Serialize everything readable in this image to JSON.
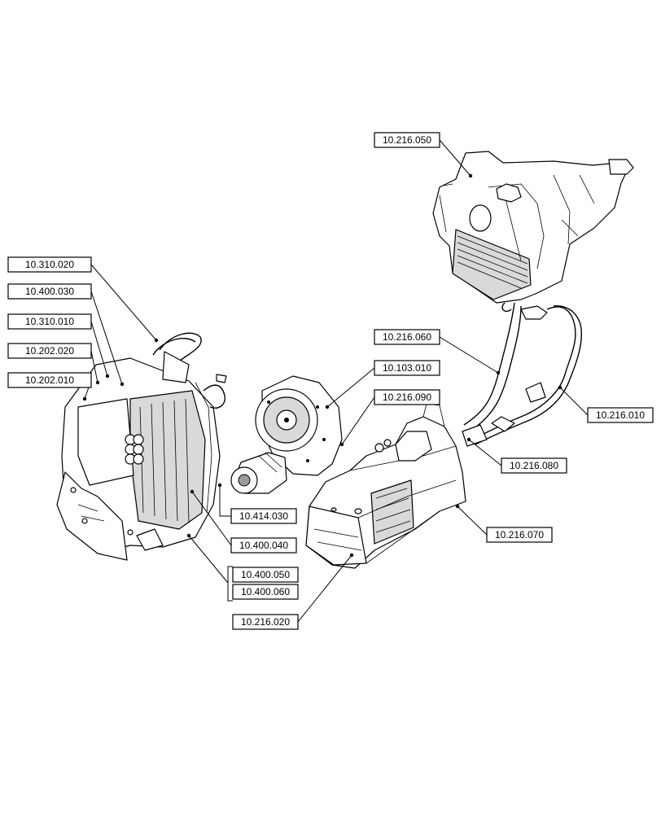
{
  "callouts": {
    "c_10_216_050": "10.216.050",
    "c_10_310_020": "10.310.020",
    "c_10_400_030": "10.400.030",
    "c_10_310_010": "10.310.010",
    "c_10_202_020": "10.202.020",
    "c_10_202_010": "10.202.010",
    "c_10_216_060": "10.216.060",
    "c_10_103_010": "10.103.010",
    "c_10_216_090": "10.216.090",
    "c_10_216_010": "10.216.010",
    "c_10_216_080": "10.216.080",
    "c_10_414_030": "10.414.030",
    "c_10_216_070": "10.216.070",
    "c_10_400_040": "10.400.040",
    "c_10_400_050": "10.400.050",
    "c_10_400_060": "10.400.060",
    "c_10_216_020": "10.216.020"
  }
}
